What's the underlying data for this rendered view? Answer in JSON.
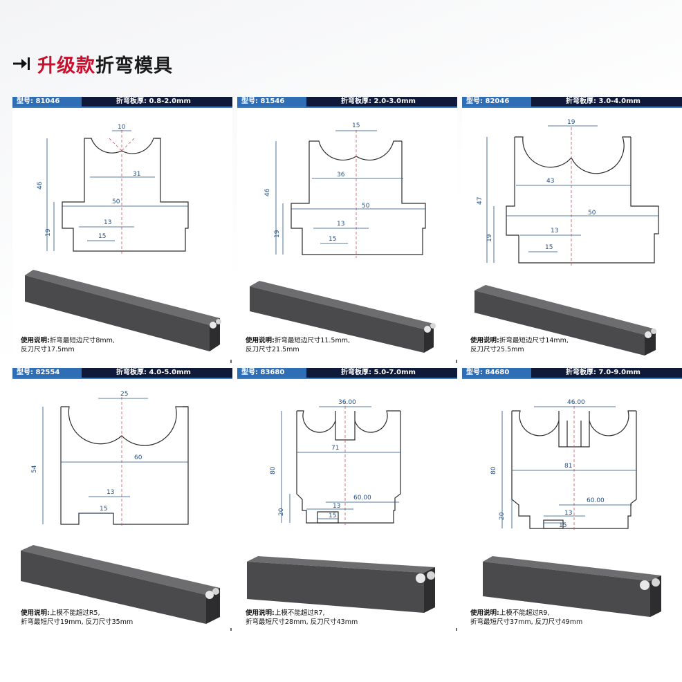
{
  "header": {
    "title_highlight": "升级款",
    "title_rest": "折弯模具",
    "arrow_icon": "arrow-into-bar-icon"
  },
  "labels": {
    "model_prefix": "型号:",
    "thickness_prefix": "折弯板厚:",
    "usage_prefix": "使用说明:"
  },
  "cards": [
    {
      "model": "81046",
      "thickness": "0.8-2.0mm",
      "usage_line1": "折弯最短边尺寸8mm,",
      "usage_line2": "反刀尺寸17.5mm",
      "dims": {
        "top": "10",
        "mid": "31",
        "base": "50",
        "slot1": "13",
        "slot2": "15",
        "h_total": "46",
        "h_base": "19"
      }
    },
    {
      "model": "81546",
      "thickness": "2.0-3.0mm",
      "usage_line1": "折弯最短边尺寸11.5mm,",
      "usage_line2": "反刀尺寸21.5mm",
      "dims": {
        "top": "15",
        "mid": "36",
        "base": "50",
        "slot1": "13",
        "slot2": "15",
        "h_total": "46",
        "h_base": "19"
      }
    },
    {
      "model": "82046",
      "thickness": "3.0-4.0mm",
      "usage_line1": "折弯最短边尺寸14mm,",
      "usage_line2": "反刀尺寸25.5mm",
      "dims": {
        "top": "19",
        "mid": "43",
        "base": "50",
        "slot1": "13",
        "slot2": "15",
        "h_total": "47",
        "h_base": "19"
      }
    },
    {
      "model": "82554",
      "thickness": "4.0-5.0mm",
      "usage_line1": "上模不能超过R5,",
      "usage_line2": "折弯最短尺寸19mm, 反刀尺寸35mm",
      "dims": {
        "top": "25",
        "mid": "60",
        "slot1": "13",
        "slot2": "15",
        "h_total": "54"
      }
    },
    {
      "model": "83680",
      "thickness": "5.0-7.0mm",
      "usage_line1": "上模不能超过R7,",
      "usage_line2": "折弯最短尺寸28mm, 反刀尺寸43mm",
      "dims": {
        "top": "36.00",
        "mid": "71",
        "base": "60.00",
        "slot1": "13",
        "slot2": "15",
        "h_total": "80",
        "h_base": "20"
      }
    },
    {
      "model": "84680",
      "thickness": "7.0-9.0mm",
      "usage_line1": "上模不能超过R9,",
      "usage_line2": "折弯最短尺寸37mm, 反刀尺寸49mm",
      "dims": {
        "top": "46.00",
        "mid": "81",
        "base": "60.00",
        "slot1": "13",
        "slot2": "15",
        "h_total": "80",
        "h_base": "20"
      }
    }
  ]
}
